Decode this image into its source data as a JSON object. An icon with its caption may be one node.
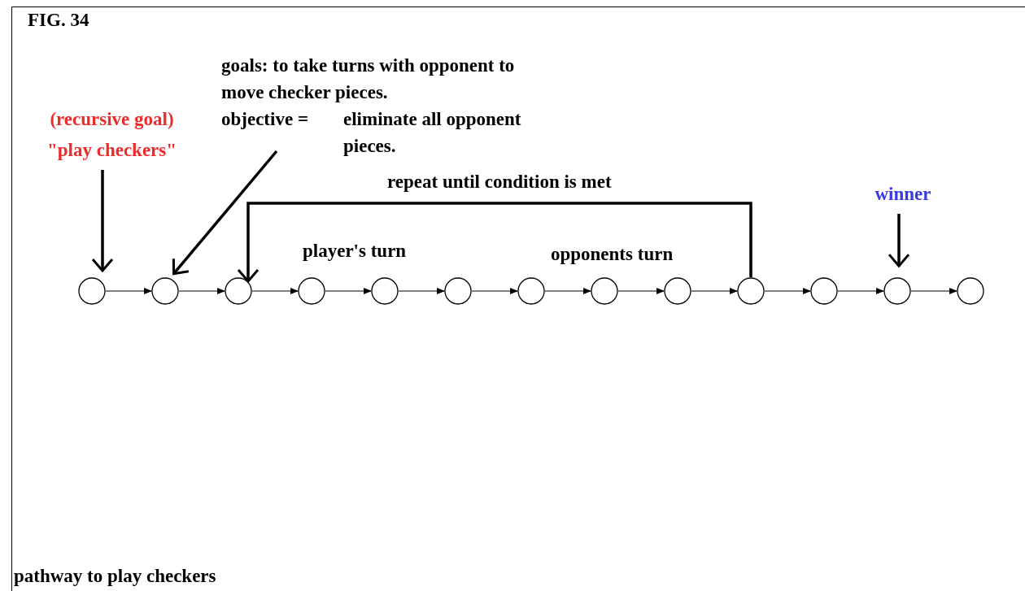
{
  "diagram": {
    "title": "FIG. 34",
    "caption": "pathway to play checkers",
    "nodes": [
      {
        "text": [
          "(recursive goal)",
          "\"play checkers\""
        ]
      },
      {
        "text": [
          "goals: to take turns with opponent to move checker pieces.",
          "objective =",
          "eliminate all opponent pieces."
        ]
      },
      {
        "text": [
          "winner"
        ]
      },
      {
        "text": [],
        "shape": "circle"
      },
      {
        "text": [],
        "shape": "circle"
      },
      {
        "text": [],
        "shape": "circle"
      },
      {
        "text": [],
        "shape": "circle"
      },
      {
        "text": [],
        "shape": "circle"
      },
      {
        "text": [],
        "shape": "circle"
      },
      {
        "text": [],
        "shape": "circle"
      },
      {
        "text": [],
        "shape": "circle"
      },
      {
        "text": [],
        "shape": "circle"
      },
      {
        "text": [],
        "shape": "circle"
      },
      {
        "text": [],
        "shape": "circle"
      },
      {
        "text": [],
        "shape": "circle"
      },
      {
        "text": [],
        "shape": "circle"
      }
    ],
    "edges": [
      {
        "from": 0,
        "to": 3,
        "arrow": "to",
        "style": "thick"
      },
      {
        "from": 1,
        "to": 4,
        "arrow": "to",
        "style": "thick"
      },
      {
        "from": 2,
        "to": 14,
        "arrow": "to",
        "style": "thick"
      },
      {
        "from": 12,
        "to": 5,
        "arrow": "to",
        "style": "thick",
        "label": "repeat until condition is met"
      },
      {
        "from": 3,
        "to": 4,
        "arrow": "to"
      },
      {
        "from": 4,
        "to": 5,
        "arrow": "to"
      },
      {
        "from": 5,
        "to": 6,
        "arrow": "to"
      },
      {
        "from": 6,
        "to": 7,
        "arrow": "to"
      },
      {
        "from": 7,
        "to": 8,
        "arrow": "to"
      },
      {
        "from": 8,
        "to": 9,
        "arrow": "to"
      },
      {
        "from": 9,
        "to": 10,
        "arrow": "to"
      },
      {
        "from": 10,
        "to": 11,
        "arrow": "to"
      },
      {
        "from": 11,
        "to": 12,
        "arrow": "to"
      },
      {
        "from": 12,
        "to": 13,
        "arrow": "to"
      },
      {
        "from": 13,
        "to": 14,
        "arrow": "to"
      },
      {
        "from": 14,
        "to": 15,
        "arrow": "to"
      }
    ],
    "labels": [
      "player's turn",
      "opponents turn"
    ]
  }
}
